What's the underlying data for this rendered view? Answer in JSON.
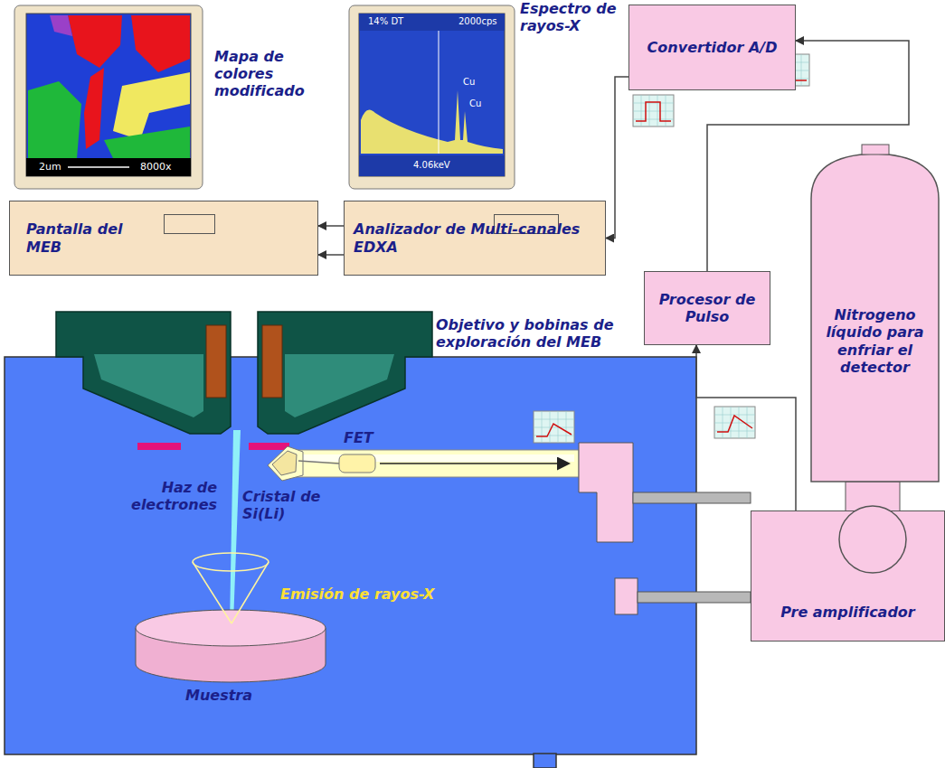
{
  "diagram": {
    "nodes": [
      {
        "text": [
          "Mapa de colores modificado",
          "2um",
          "8000x"
        ]
      },
      {
        "text": [
          "Espectro de rayos-X",
          "14% DT",
          "2000cps",
          "Cu",
          "Cu",
          "4.06keV"
        ]
      },
      {
        "text": [
          "Convertidor A/D"
        ]
      },
      {
        "text": [
          "Pantalla del MEB"
        ]
      },
      {
        "text": [
          "Analizador de Multi-canales EDXA"
        ]
      },
      {
        "text": [
          "Procesor de Pulso"
        ]
      },
      {
        "text": [
          "Nitrogeno líquido para enfriar el detector"
        ]
      },
      {
        "text": [
          "Pre amplificador"
        ]
      }
    ],
    "edges": [
      {
        "from": 4,
        "to": 3,
        "arrow": "to"
      },
      {
        "from": 4,
        "to": 3,
        "arrow": "to"
      },
      {
        "from": 2,
        "to": 4,
        "arrow": "to"
      },
      {
        "from": 5,
        "to": 2,
        "arrow": "to"
      },
      {
        "from": 7,
        "to": 5,
        "arrow": "to"
      }
    ],
    "labels": [
      "Objetivo y bobinas de exploración del MEB",
      "Haz de electrones",
      "Cristal de Si(Li)",
      "FET",
      "Emisión de rayos-X",
      "Muestra"
    ]
  }
}
